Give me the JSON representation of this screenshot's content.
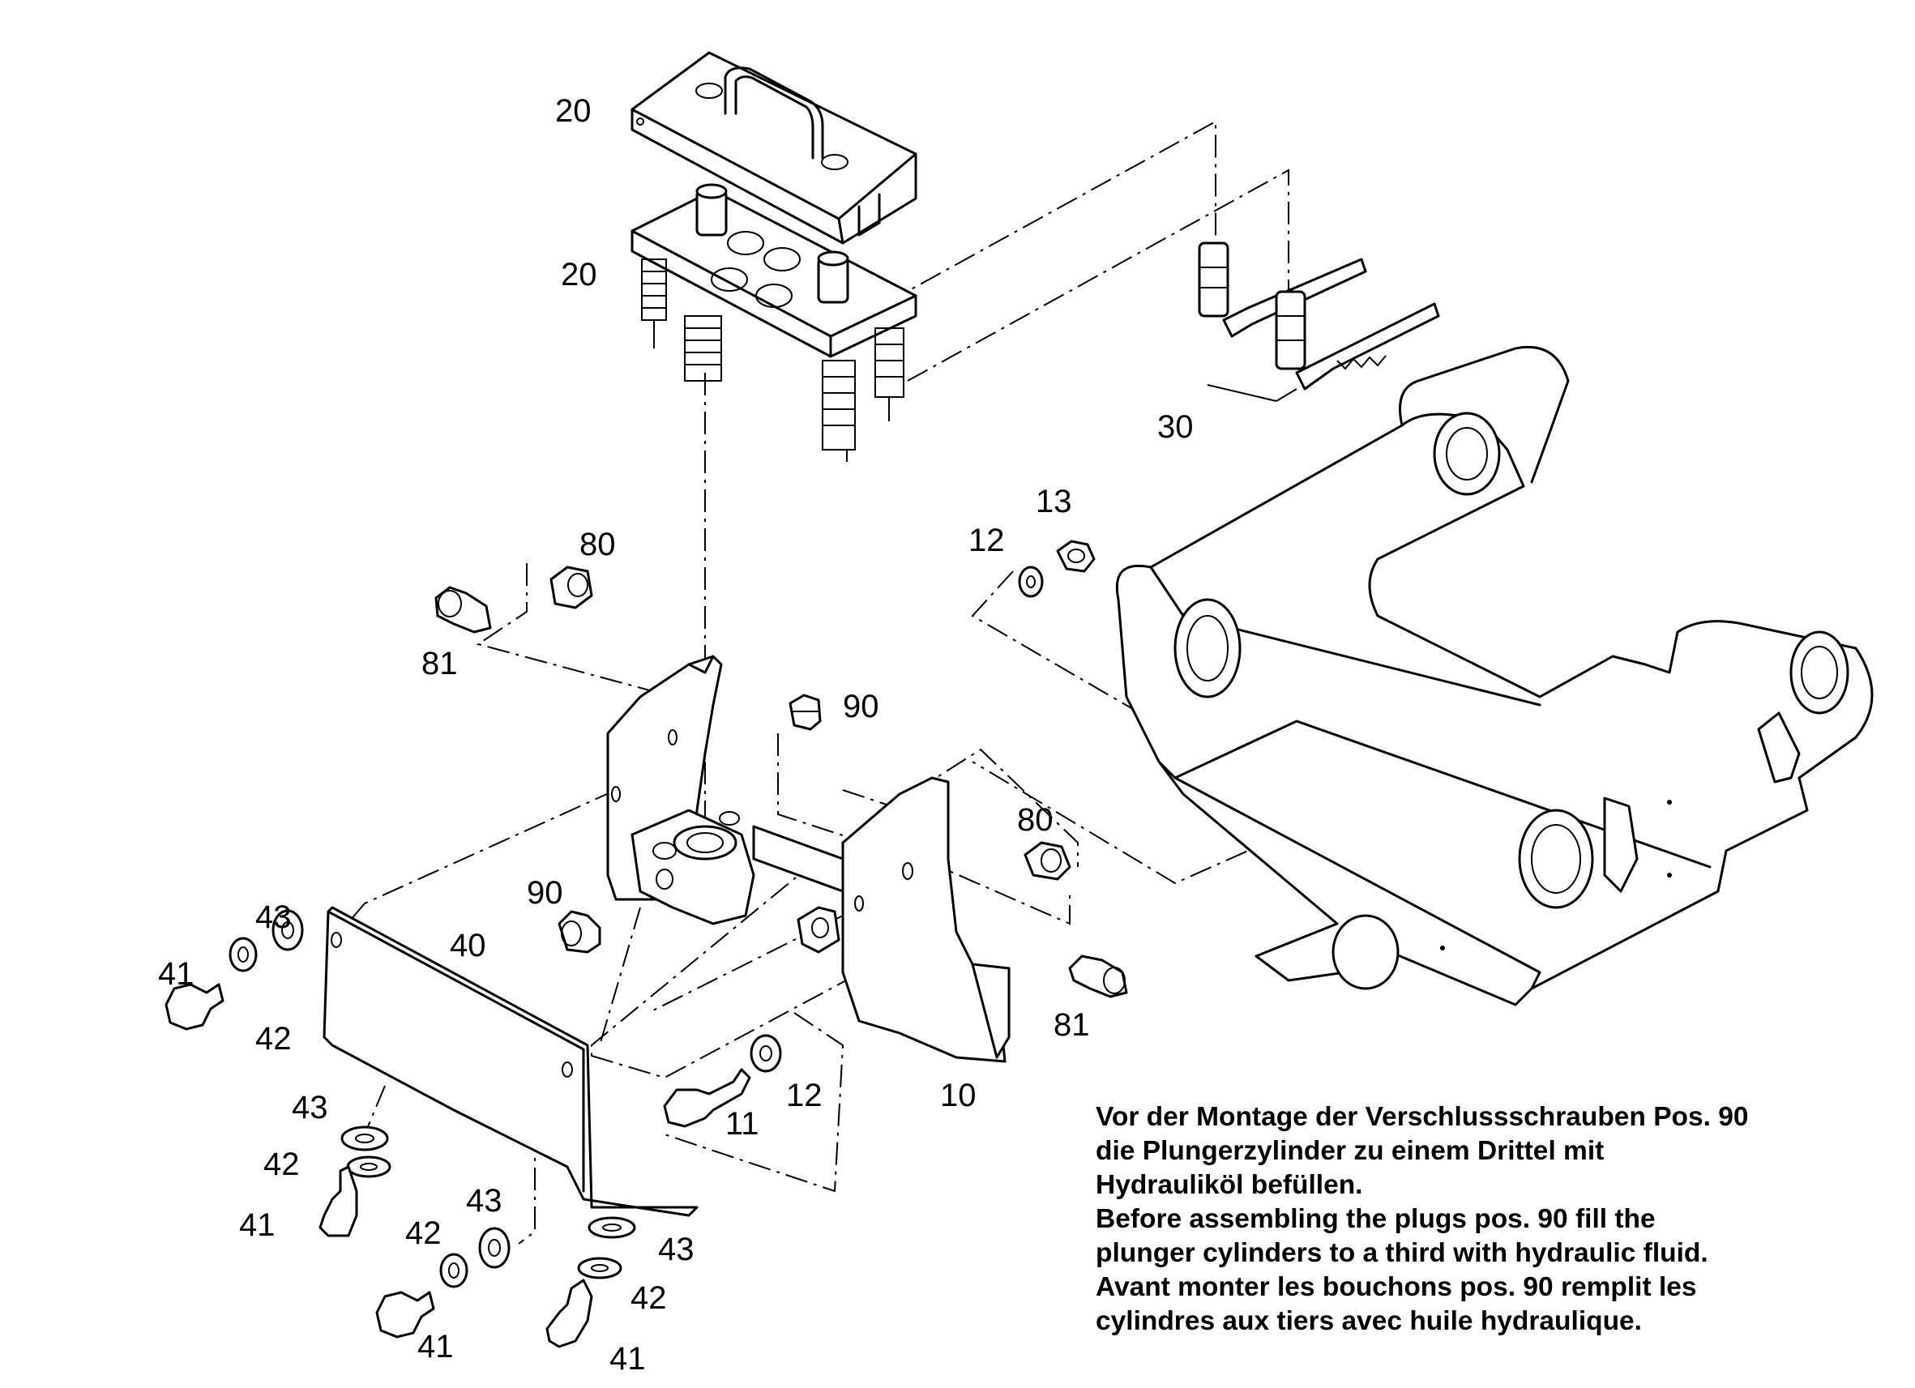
{
  "labels": {
    "p20_top": "20",
    "p20_block": "20",
    "p30": "30",
    "p13": "13",
    "p12_right": "12",
    "p80_top": "80",
    "p81_top": "81",
    "p90_top": "90",
    "p80_right": "80",
    "p90_left": "90",
    "p43_top": "43",
    "p40": "40",
    "p41_top": "41",
    "p42_top": "42",
    "p81_right": "81",
    "p12_bottom": "12",
    "p10": "10",
    "p11": "11",
    "p43_mid": "43",
    "p42_mid": "42",
    "p41_mid": "41",
    "p43_low": "43",
    "p42_low": "42",
    "p43_lowright": "43",
    "p42_lowright": "42",
    "p41_low": "41",
    "p41_lowright": "41"
  },
  "note": {
    "de_line1": "Vor der Montage der Verschlussschrauben Pos. 90",
    "de_line2": "die Plungerzylinder zu einem Drittel mit",
    "de_line3": "Hydrauliköl befüllen.",
    "en_line1": "Before assembling the plugs pos. 90 fill the",
    "en_line2": "plunger cylinders to a third with hydraulic fluid.",
    "fr_line1": "Avant monter les bouchons pos. 90 remplit les",
    "fr_line2": "cylindres aux tiers avec huile hydraulique."
  }
}
